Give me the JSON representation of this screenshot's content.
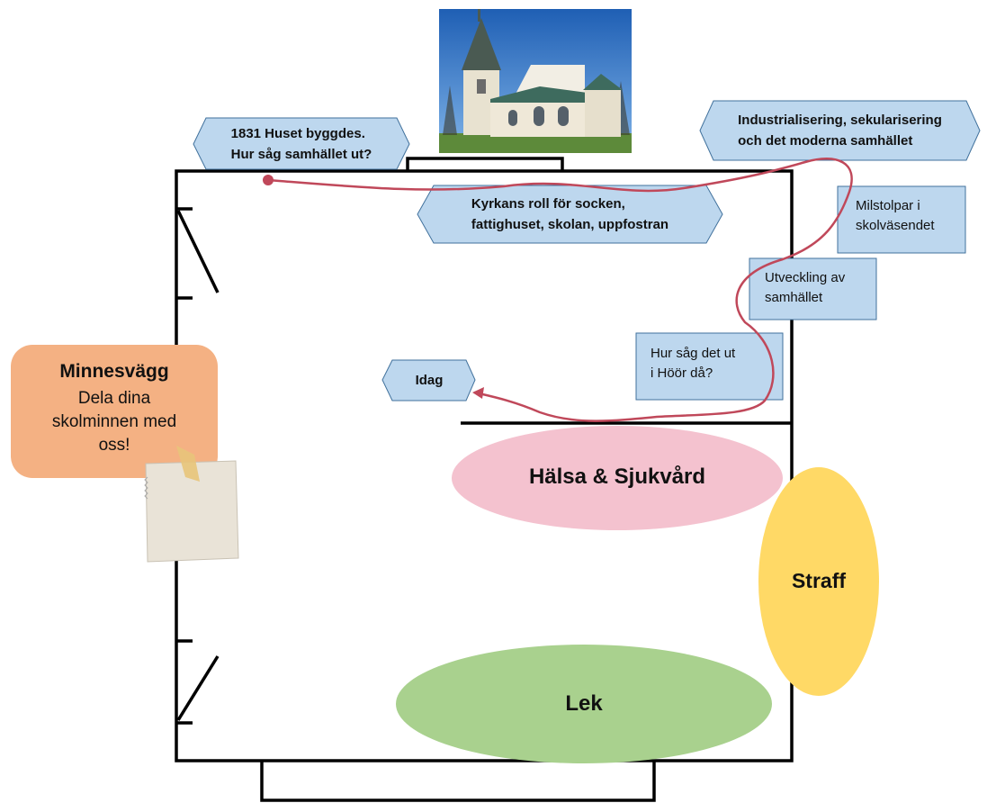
{
  "phases": {
    "start": "1831 Huset byggdes.\nHur såg samhället ut?",
    "church": "Kyrkans roll för socken,\nfattighuset, skolan, uppfostran",
    "industrial": "Industrialisering, sekularisering\noch det moderna samhället",
    "today": "Idag"
  },
  "notes": {
    "milestones": "Milstolpar i\nskolväsendet",
    "development": "Utveckling av\nsamhället",
    "hoor": "Hur såg det ut\ni Höör då?"
  },
  "zones": {
    "health": "Hälsa & Sjukvård",
    "punishment": "Straff",
    "play": "Lek"
  },
  "memory_wall": {
    "title": "Minnesvägg",
    "text": "Dela dina\nskolminnen med\noss!"
  },
  "colors": {
    "route": "#c0485a",
    "hex_fill": "#bdd7ee",
    "hex_stroke": "#41719c",
    "health": "#f4c2cf",
    "punishment": "#ffd966",
    "play": "#a9d18e",
    "memory": "#f4b183",
    "walls": "#000000"
  }
}
